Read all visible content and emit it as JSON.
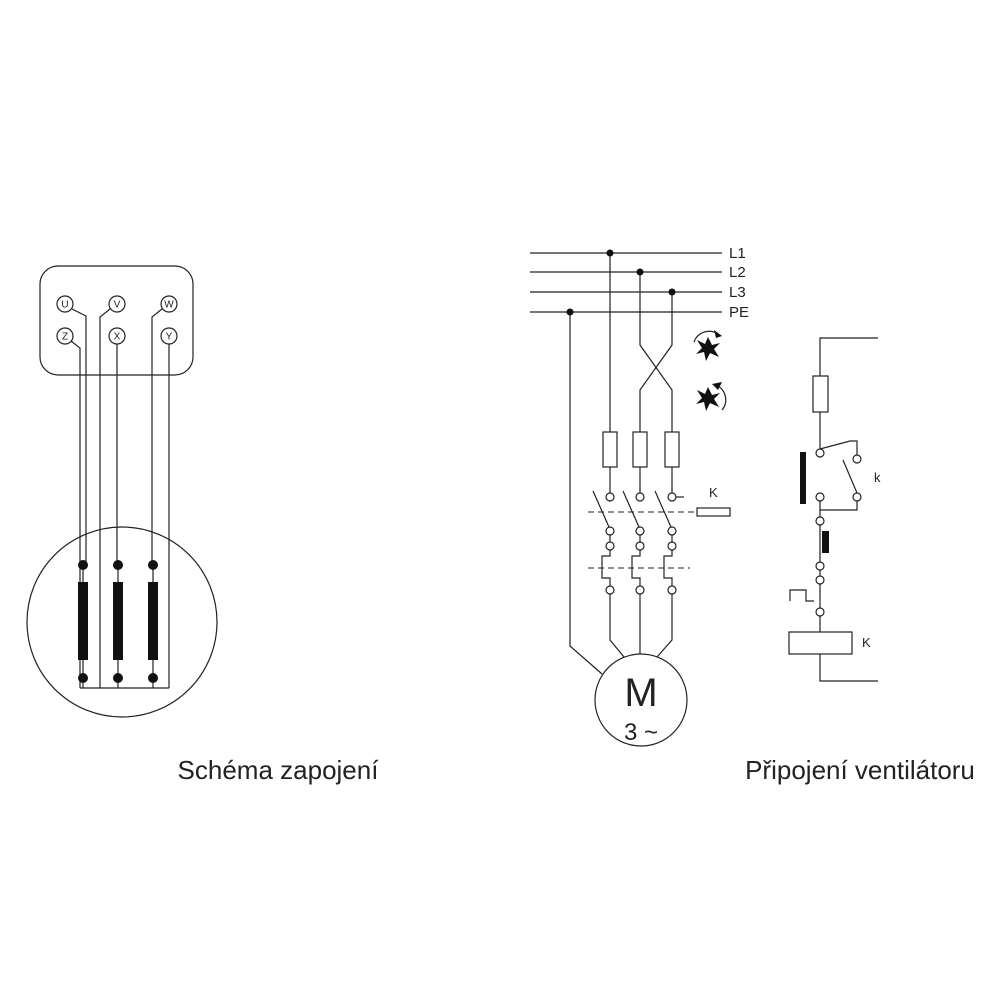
{
  "terminals": {
    "u": "U",
    "v": "V",
    "w": "W",
    "z": "Z",
    "x": "X",
    "y": "Y"
  },
  "bus": {
    "l1": "L1",
    "l2": "L2",
    "l3": "L3",
    "pe": "PE"
  },
  "contactor_label": "K",
  "holding_contact_label": "k",
  "coil_label": "K",
  "motor": {
    "symbol": "M",
    "phase": "3 ~"
  },
  "icons": {
    "fan_forward": "fan-rotation-icon",
    "fan_reverse": "fan-reverse-rotation-icon"
  },
  "captions": {
    "winding": "Schéma zapojení",
    "connection": "Připojení ventilátoru"
  }
}
